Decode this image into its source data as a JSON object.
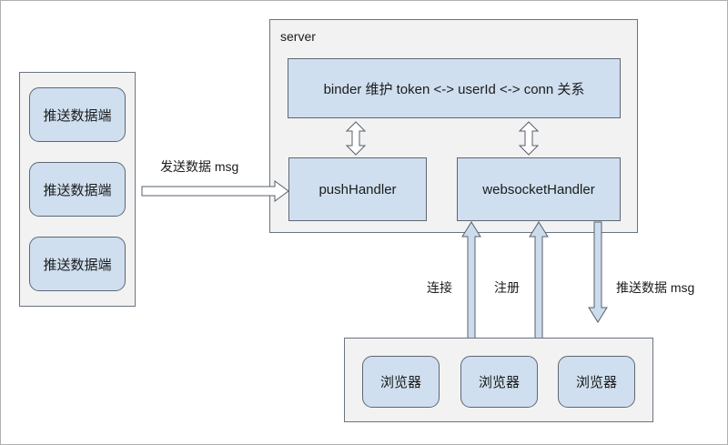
{
  "diagram": {
    "title_server": "server",
    "left_group": {
      "name": "push-data-group",
      "items": [
        {
          "label": "推送数据端"
        },
        {
          "label": "推送数据端"
        },
        {
          "label": "推送数据端"
        }
      ]
    },
    "server": {
      "label": "server",
      "binder": {
        "label": "binder 维护 token <-> userId <-> conn 关系"
      },
      "push_handler": {
        "label": "pushHandler"
      },
      "websocket_handler": {
        "label": "websocketHandler"
      }
    },
    "browser_group": {
      "items": [
        {
          "label": "浏览器"
        },
        {
          "label": "浏览器"
        },
        {
          "label": "浏览器"
        }
      ]
    },
    "edges": [
      {
        "name": "send-data-msg",
        "label": "发送数据 msg",
        "direction": "right"
      },
      {
        "name": "binder-push-link",
        "label": "",
        "direction": "both"
      },
      {
        "name": "binder-websocket-link",
        "label": "",
        "direction": "both"
      },
      {
        "name": "connect",
        "label": "连接",
        "direction": "up"
      },
      {
        "name": "register",
        "label": "注册",
        "direction": "up"
      },
      {
        "name": "push-data-msg",
        "label": "推送数据 msg",
        "direction": "down"
      }
    ],
    "colors": {
      "box_fill": "#cfdfef",
      "box_stroke": "#5d6773",
      "container_fill": "#f2f2f2",
      "container_stroke": "#6b7480",
      "arrow_fill": "#ccdcec",
      "arrow_stroke": "#56606c",
      "text": "#1b1b1b",
      "page_bg": "#ffffff"
    }
  }
}
